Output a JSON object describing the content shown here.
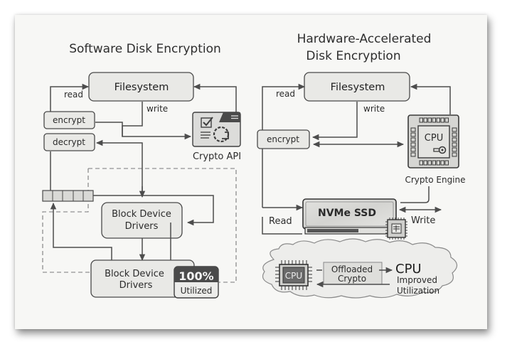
{
  "left_panel": {
    "title": "Software Disk Encryption",
    "filesystem": "Filesystem",
    "read": "read",
    "write": "write",
    "encrypt": "encrypt",
    "decrypt": "decrypt",
    "crypto_api": "Crypto API",
    "block_driver_1": [
      "Block Device",
      "Drivers"
    ],
    "block_driver_2": [
      "Block Device",
      "Drivers"
    ],
    "badge_value": "100%",
    "badge_label": "Utilized",
    "queue_slots": 5
  },
  "right_panel": {
    "title_line1": "Hardware-Accelerated",
    "title_line2": "Disk Encryption",
    "filesystem": "Filesystem",
    "read": "read",
    "write": "write",
    "encrypt": "encrypt",
    "cpu_label": "CPU",
    "crypto_engine": "Crypto Engine",
    "nvme": "NVMe SSD",
    "read_cap": "Read",
    "write_cap": "Write",
    "cloud": {
      "cpu_chip": "CPU",
      "offloaded_line1": "Offloaded",
      "offloaded_line2": "Crypto",
      "cpu_big": "CPU",
      "improved_line1": "Improved",
      "improved_line2": "Utilization"
    }
  },
  "colors": {
    "background": "#f7f7f5",
    "box_fill": "#e9e9e6",
    "stroke": "#4a4a4a",
    "badge_dark": "#4a4a4a"
  }
}
